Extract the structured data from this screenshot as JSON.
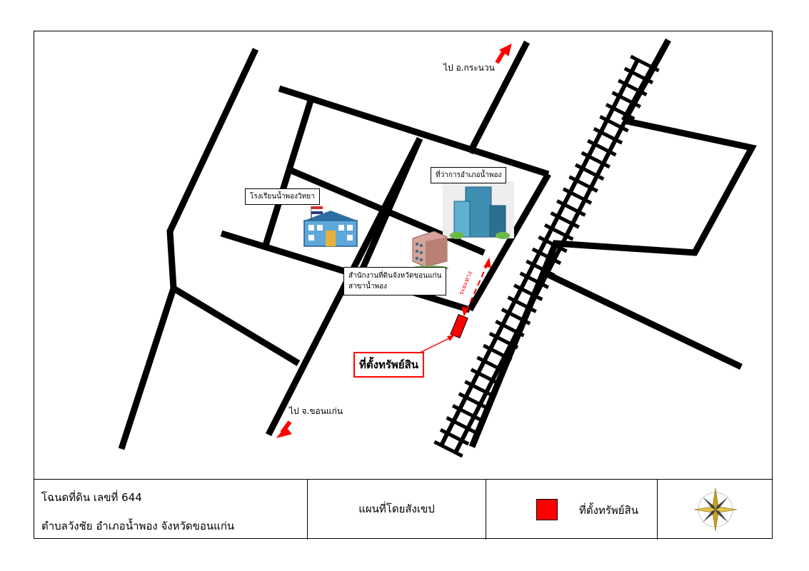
{
  "map": {
    "labels": {
      "school": "โรงเรียนน้ำพองวิทยา",
      "district_office": "ที่ว่าการอำเภอน้ำพอง",
      "land_office_line1": "สำนักงานที่ดินจังหวัดขอนแก่น",
      "land_office_line2": "สาขาน้ำพอง",
      "to_kranuan": "ไป อ.กระนวน",
      "to_khonkaen": "ไป จ.ขอนแก่น",
      "property_location": "ที่ตั้งทรัพย์สิน",
      "road_distance": "ระยะทาง"
    },
    "icons": [
      "school-building-icon",
      "office-tower-icon",
      "apartment-building-icon",
      "compass-rose-icon"
    ]
  },
  "footer": {
    "deed_line1": "โฉนดที่ดิน เลขที่ 644",
    "deed_line2": "ตำบลวังชัย อำเภอน้ำพอง จังหวัดขอนแก่น",
    "sketch_title": "แผนที่โดยสังเขป",
    "legend_label": "ที่ตั้งทรัพย์สิน"
  },
  "colors": {
    "road": "#000000",
    "accent": "#ff0000",
    "background": "#ffffff"
  }
}
